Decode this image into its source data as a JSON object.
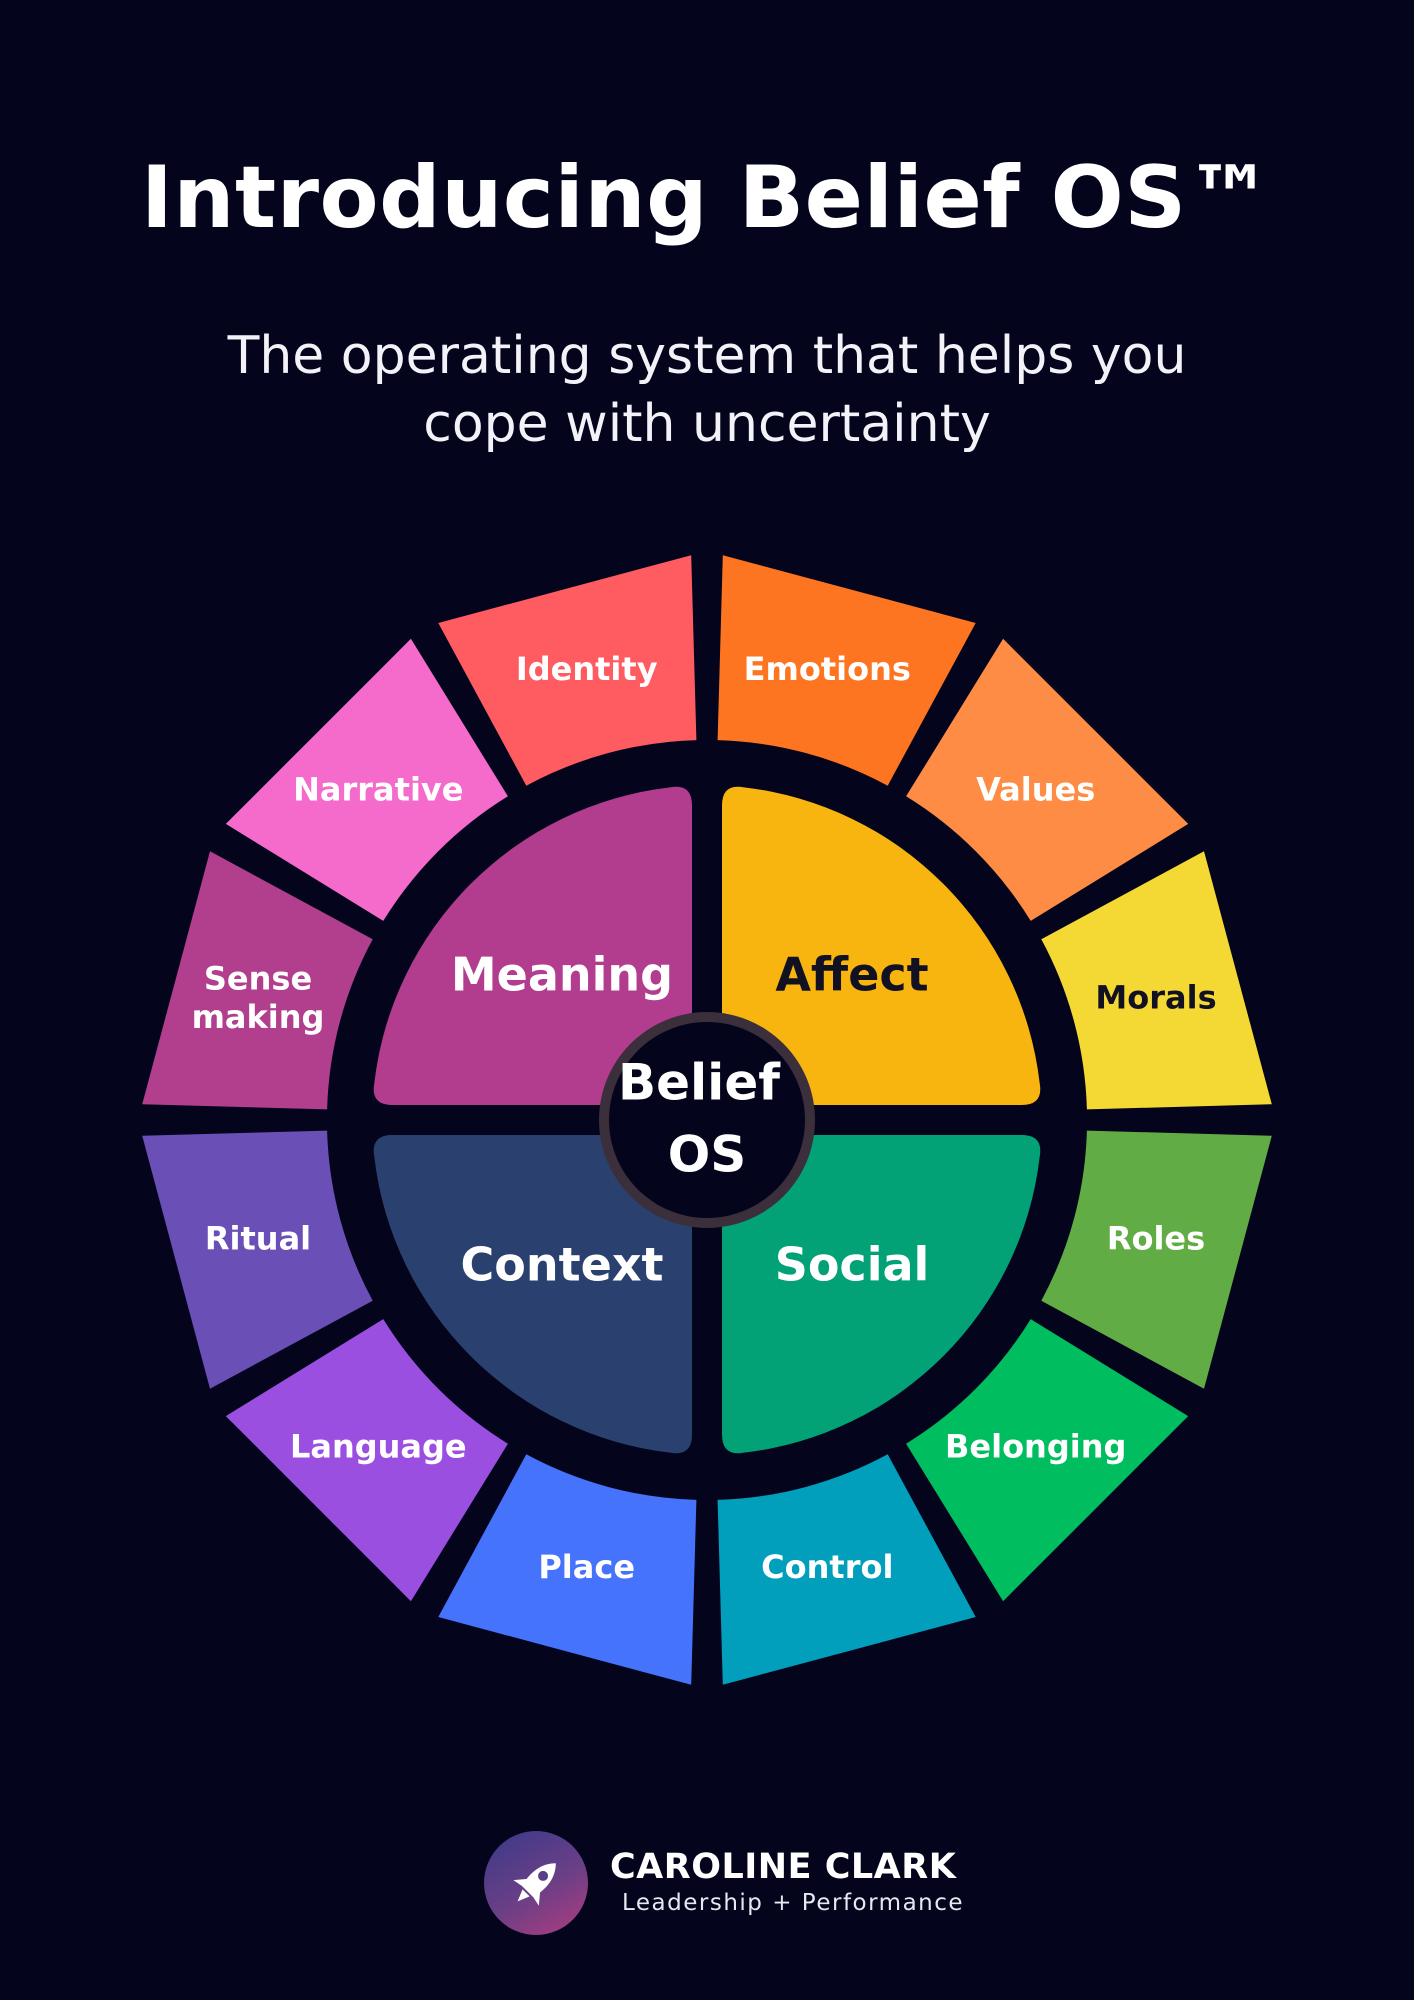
{
  "title": "Introducing Belief OS™",
  "subtitle": {
    "line1": "The operating system that helps you",
    "line2": "cope with uncertainty"
  },
  "center": {
    "line1": "Belief",
    "line2": "OS"
  },
  "quadrants": [
    {
      "label": "Meaning",
      "color": "#b23c8e",
      "text_color": "#ffffff"
    },
    {
      "label": "Affect",
      "color": "#f8b50f",
      "text_color": "#111122"
    },
    {
      "label": "Social",
      "color": "#02a176",
      "text_color": "#ffffff"
    },
    {
      "label": "Context",
      "color": "#2a4170",
      "text_color": "#ffffff"
    }
  ],
  "segments": [
    {
      "label": "Emotions",
      "color": "#fd7421",
      "text_color": "#ffffff"
    },
    {
      "label": "Values",
      "color": "#fe8c45",
      "text_color": "#ffffff"
    },
    {
      "label": "Morals",
      "color": "#f4d833",
      "text_color": "#111122"
    },
    {
      "label": "Roles",
      "color": "#62ac45",
      "text_color": "#ffffff"
    },
    {
      "label": "Belonging",
      "color": "#00bd5f",
      "text_color": "#ffffff"
    },
    {
      "label": "Control",
      "color": "#019fbc",
      "text_color": "#ffffff"
    },
    {
      "label": "Place",
      "color": "#4673fc",
      "text_color": "#ffffff"
    },
    {
      "label": "Language",
      "color": "#9b4fe0",
      "text_color": "#ffffff"
    },
    {
      "label": "Ritual",
      "color": "#6a4fb6",
      "text_color": "#ffffff"
    },
    {
      "label": "Sense making",
      "color": "#b13f8e",
      "text_color": "#ffffff"
    },
    {
      "label": "Narrative",
      "color": "#f46bcb",
      "text_color": "#ffffff"
    },
    {
      "label": "Identity",
      "color": "#fe5c60",
      "text_color": "#ffffff"
    }
  ],
  "footer": {
    "brand_name": "CAROLINE CLARK",
    "tagline": "Leadership + Performance",
    "logo_icon": "rocket-icon"
  }
}
